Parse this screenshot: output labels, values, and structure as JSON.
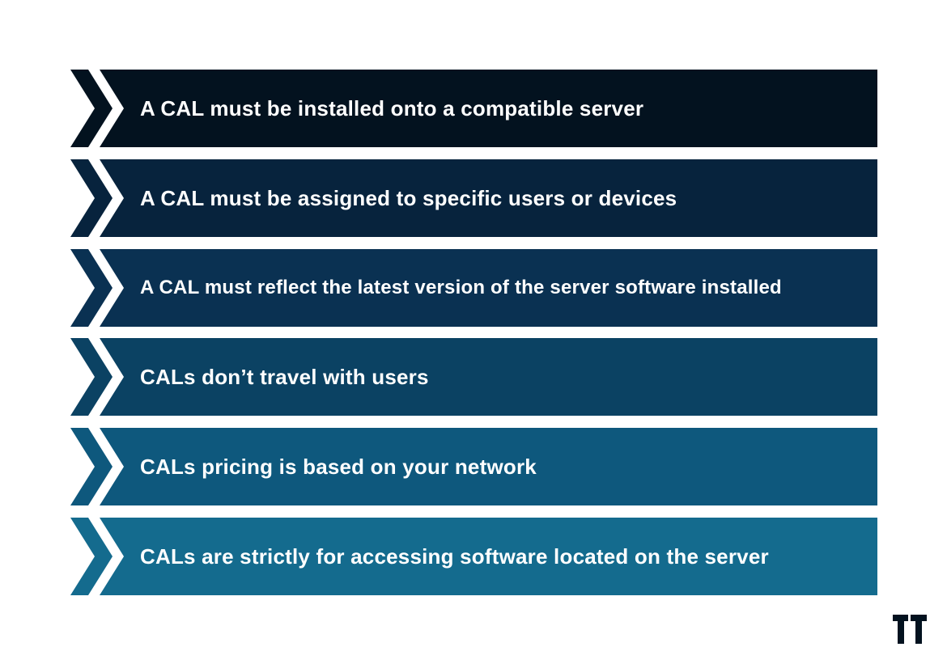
{
  "items": [
    {
      "label": "A CAL must be installed onto a compatible server",
      "color": "#03121f"
    },
    {
      "label": "A CAL must be assigned to specific users or devices",
      "color": "#07233d"
    },
    {
      "label": "A CAL must reflect the latest version of the server software installed",
      "color": "#0a3152"
    },
    {
      "label": "CALs don’t travel with users",
      "color": "#0b4263"
    },
    {
      "label": "CALs pricing is based on your network",
      "color": "#0e587d"
    },
    {
      "label": "CALs are strictly for accessing software located on the server",
      "color": "#146b8e"
    }
  ],
  "logo": {
    "icon": "brand-logo-icon",
    "color": "#03121f"
  }
}
